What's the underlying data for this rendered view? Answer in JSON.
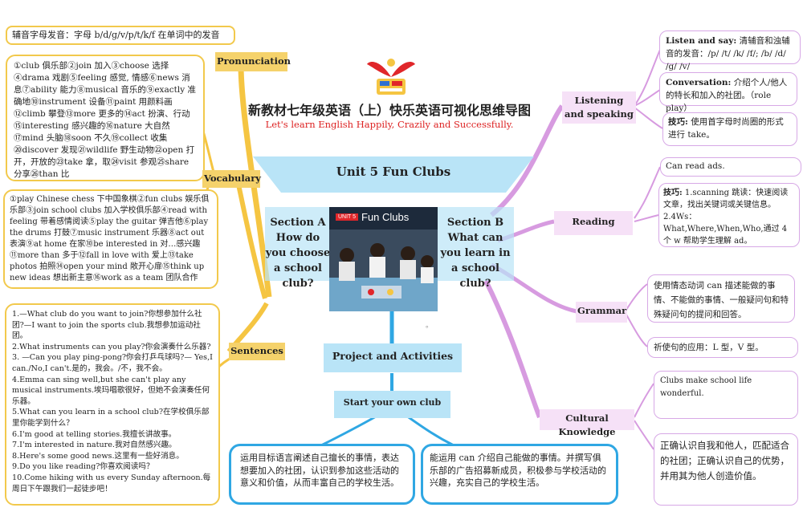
{
  "header": {
    "title": "新教材七年级英语（上）快乐英语可视化思维导图",
    "subtitle": "Let's learn English Happily, Crazily and Successfully."
  },
  "center": {
    "unit_title": "Unit 5 Fun Clubs",
    "section_a": "Section A How do you choose a school club?",
    "section_b": "Section B What can you learn in a school club?",
    "photo_banner_unit": "UNIT 5",
    "photo_banner_title": "Fun Clubs",
    "dot": "。"
  },
  "left": {
    "consonant_note": "辅音字母发音：字母 b/d/g/v/p/t/k/f 在单词中的发音",
    "pronunciation_label": "Pronunciation",
    "vocabulary_label": "Vocabulary",
    "sentences_label": "Sentences",
    "vocab_words": "①club 俱乐部②join 加入③choose 选择④drama 戏剧⑤feeling 感觉, 情感⑥news 消息⑦ability 能力⑧musical 音乐的⑨exactly 准确地⑩instrument 设备⑪paint 用颜料画⑫climb 攀登⑬more 更多的⑭act 扮演、行动⑮interesting 感兴趣的⑯nature 大自然⑰mind 头脑⑱soon 不久⑲collect 收集⑳discover 发现㉑wildlife 野生动物㉒open 打开，开放的㉓take 拿，取㉔visit 参观㉕share 分享㉖than 比",
    "vocab_phrases": "①play Chinese chess 下中国象棋②fun clubs 娱乐俱乐部③join school clubs 加入学校俱乐部④read with feeling 带着感情阅读⑤play the guitar 弹吉他⑥play the drums 打鼓⑦music instrument 乐器⑧act out 表演⑨at home 在家⑩be interested in 对…感兴趣⑪more than 多于⑫fall in love with 爱上⑬take photos 拍照⑭open your mind 敞开心扉⑮think up new ideas 想出新主意⑯work as a team 团队合作",
    "sentences": [
      "1.—What club do you want to join?你想参加什么社团?—I want to join the sports club.我想参加运动社团。",
      "2.What instruments can you play?你会演奏什么乐器?",
      "3. —Can you play ping-pong?你会打乒乓球吗?— Yes,I can./No,I can't.是的，我会。/不，我不会。",
      "4.Emma can sing well,but she can't play any musical instruments.埃玛唱歌很好，但她不会演奏任何乐器。",
      "5.What can you learn in a school club?在学校俱乐部里你能学到什么？",
      "6.I'm good at telling stories.我擅长讲故事。",
      "7.I'm interested in nature.我对自然感兴趣。",
      "8.Here's some good news.这里有一些好消息。",
      "9.Do you like reading?你喜欢阅读吗？",
      "10.Come hiking with us every Sunday afternoon.每周日下午跟我们一起徒步吧！"
    ]
  },
  "bottom": {
    "project_label": "Project and Activities",
    "club_label": "Start your own club",
    "goal_left": "运用目标语言阐述自己擅长的事情，表达想要加入的社团，认识到参加这些活动的意义和价值，从而丰富自己的学校生活。",
    "goal_right": "能运用 can 介绍自己能做的事情。并撰写俱乐部的广告招募新成员，积极参与学校活动的兴趣，充实自己的学校生活。"
  },
  "right": {
    "listening_label": "Listening and speaking",
    "listen_say_title": "Listen and say:",
    "listen_say_text": "清辅音和浊辅音的发音：/p/ /t/ /k/ /f/; /b/ /d/ /g/ /v/",
    "conversation_title": "Conversation:",
    "conversation_text": "介绍个人/他人的特长和加入的社团。（role play）",
    "tip1_title": "技巧:",
    "tip1_text": "使用首字母时尚圈的形式进行 take。",
    "reading_label": "Reading",
    "can_read": "Can read ads.",
    "tip2_title": "技巧:",
    "tip2_text1": "1.scanning 跳读：快速阅读文章，找出关键词或关键信息。",
    "tip2_text2": "2.4Ws：What,Where,When,Who,通过 4 个 w 帮助学生理解 ad。",
    "grammar_label": "Grammar",
    "grammar_text1": "使用情态动词 can 描述能做的事情、不能做的事情、一般疑问句和特殊疑问句的提问和回答。",
    "grammar_text2": "祈使句的应用：L 型，V 型。",
    "culture_label": "Cultural Knowledge",
    "culture_text1": "Clubs make school life wonderful.",
    "culture_text2": "正确认识自我和他人，匹配适合的社团；正确认识自己的优势，并用其为他人创造价值。"
  },
  "colors": {
    "left_branch": "#f5c542",
    "right_branch": "#d79be0",
    "bottom_branch": "#2fa7e3",
    "title_red": "#dd2222"
  }
}
